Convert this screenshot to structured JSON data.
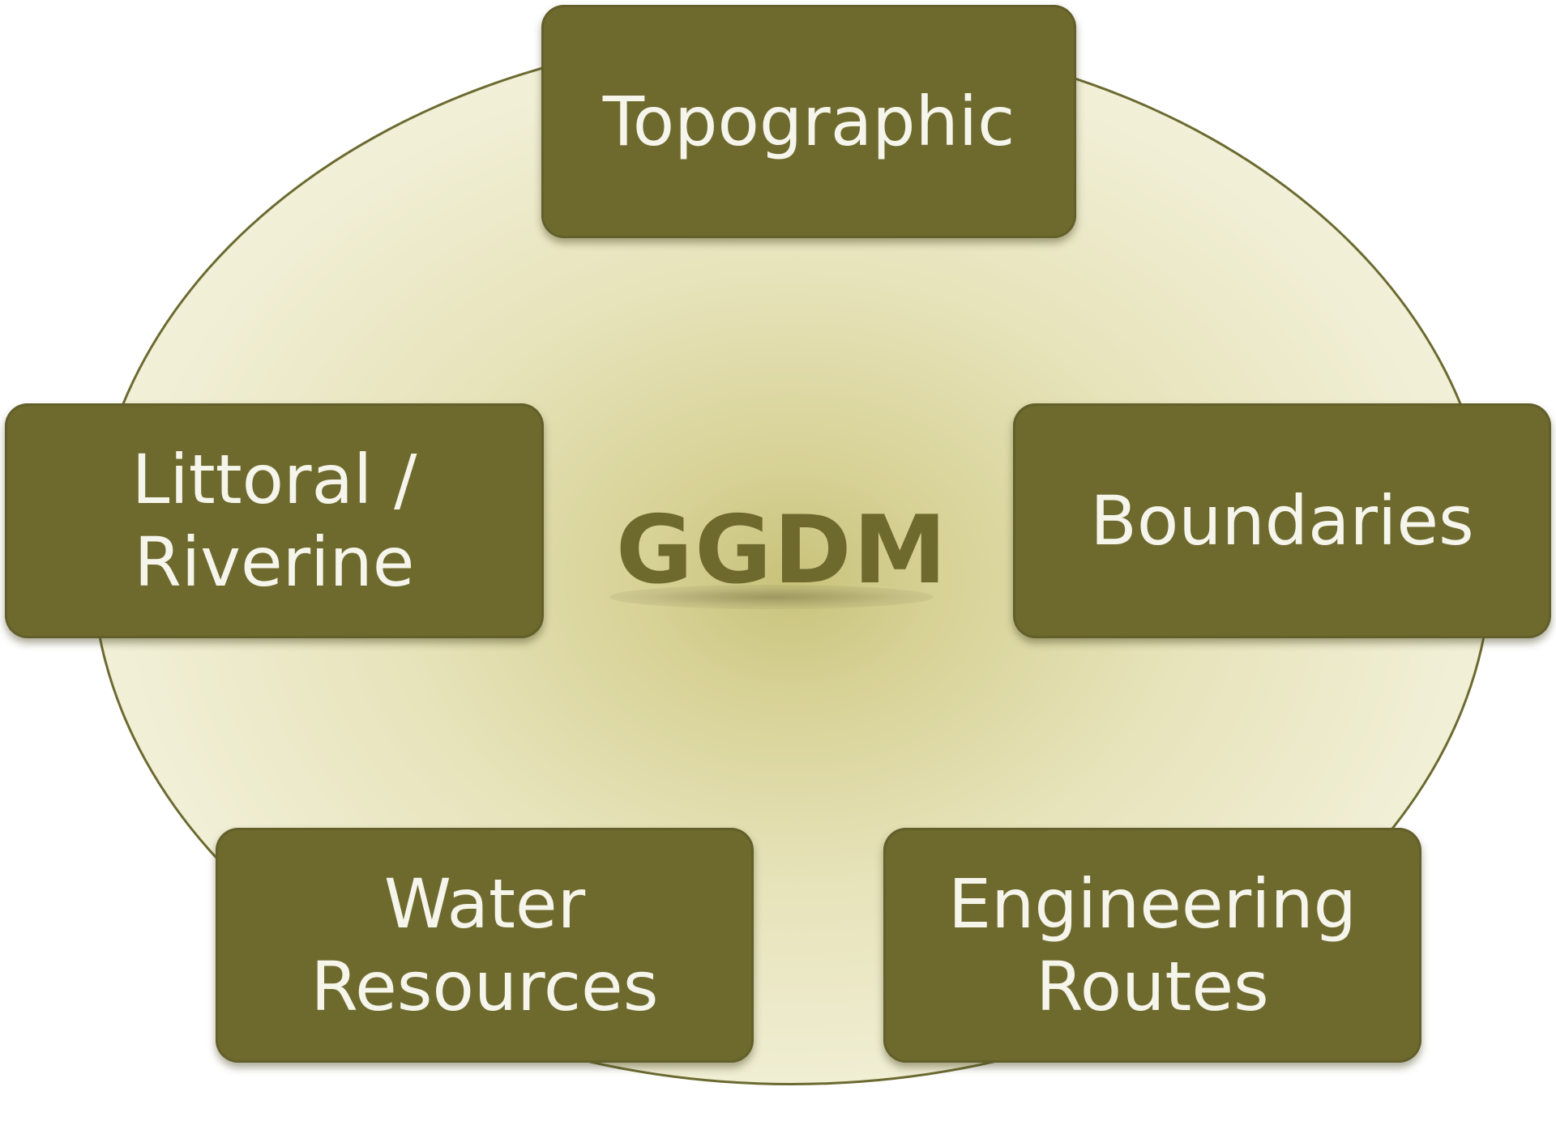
{
  "diagram": {
    "center": "GGDM",
    "nodes": [
      {
        "id": "top",
        "label": "Topographic"
      },
      {
        "id": "left",
        "label": "Littoral /\nRiverine"
      },
      {
        "id": "right",
        "label": "Boundaries"
      },
      {
        "id": "bottom_left",
        "label": "Water\nResources"
      },
      {
        "id": "bottom_right",
        "label": "Engineering\nRoutes"
      }
    ]
  },
  "colors": {
    "box_fill": "#6e6a2e",
    "box_text": "#f6f5ec",
    "ellipse_center": "#c8c27a",
    "ellipse_edge": "#f5f3e0",
    "ellipse_border": "#6b6a30"
  }
}
